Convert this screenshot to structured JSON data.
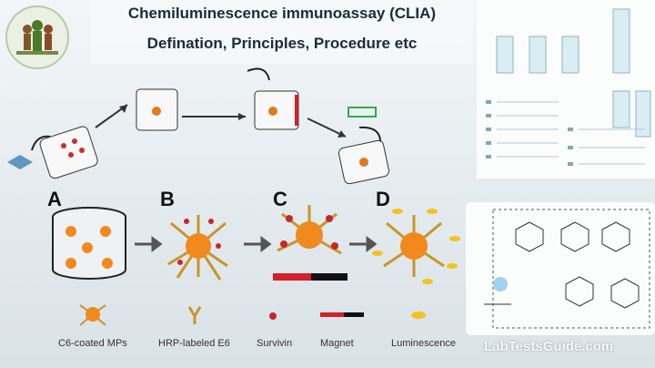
{
  "header": {
    "title_line1": "Chemiluminescence immunoassay (CLIA)",
    "title_line2": "Defination, Principles, Procedure etc"
  },
  "steps": [
    "A",
    "B",
    "C",
    "D"
  ],
  "legend": {
    "items": [
      {
        "label": "C6-coated MPs"
      },
      {
        "label": "HRP-labeled E6"
      },
      {
        "label": "Survivin"
      },
      {
        "label": "Magnet"
      },
      {
        "label": "Luminescence"
      }
    ]
  },
  "watermark": "LabTestsGuide.com",
  "colors": {
    "particle": "#f08a1e",
    "antibody": "#c8962a",
    "survivin": "#c8262a",
    "magnet_red": "#d4202a",
    "magnet_black": "#111111",
    "light": "#f5c21b"
  }
}
